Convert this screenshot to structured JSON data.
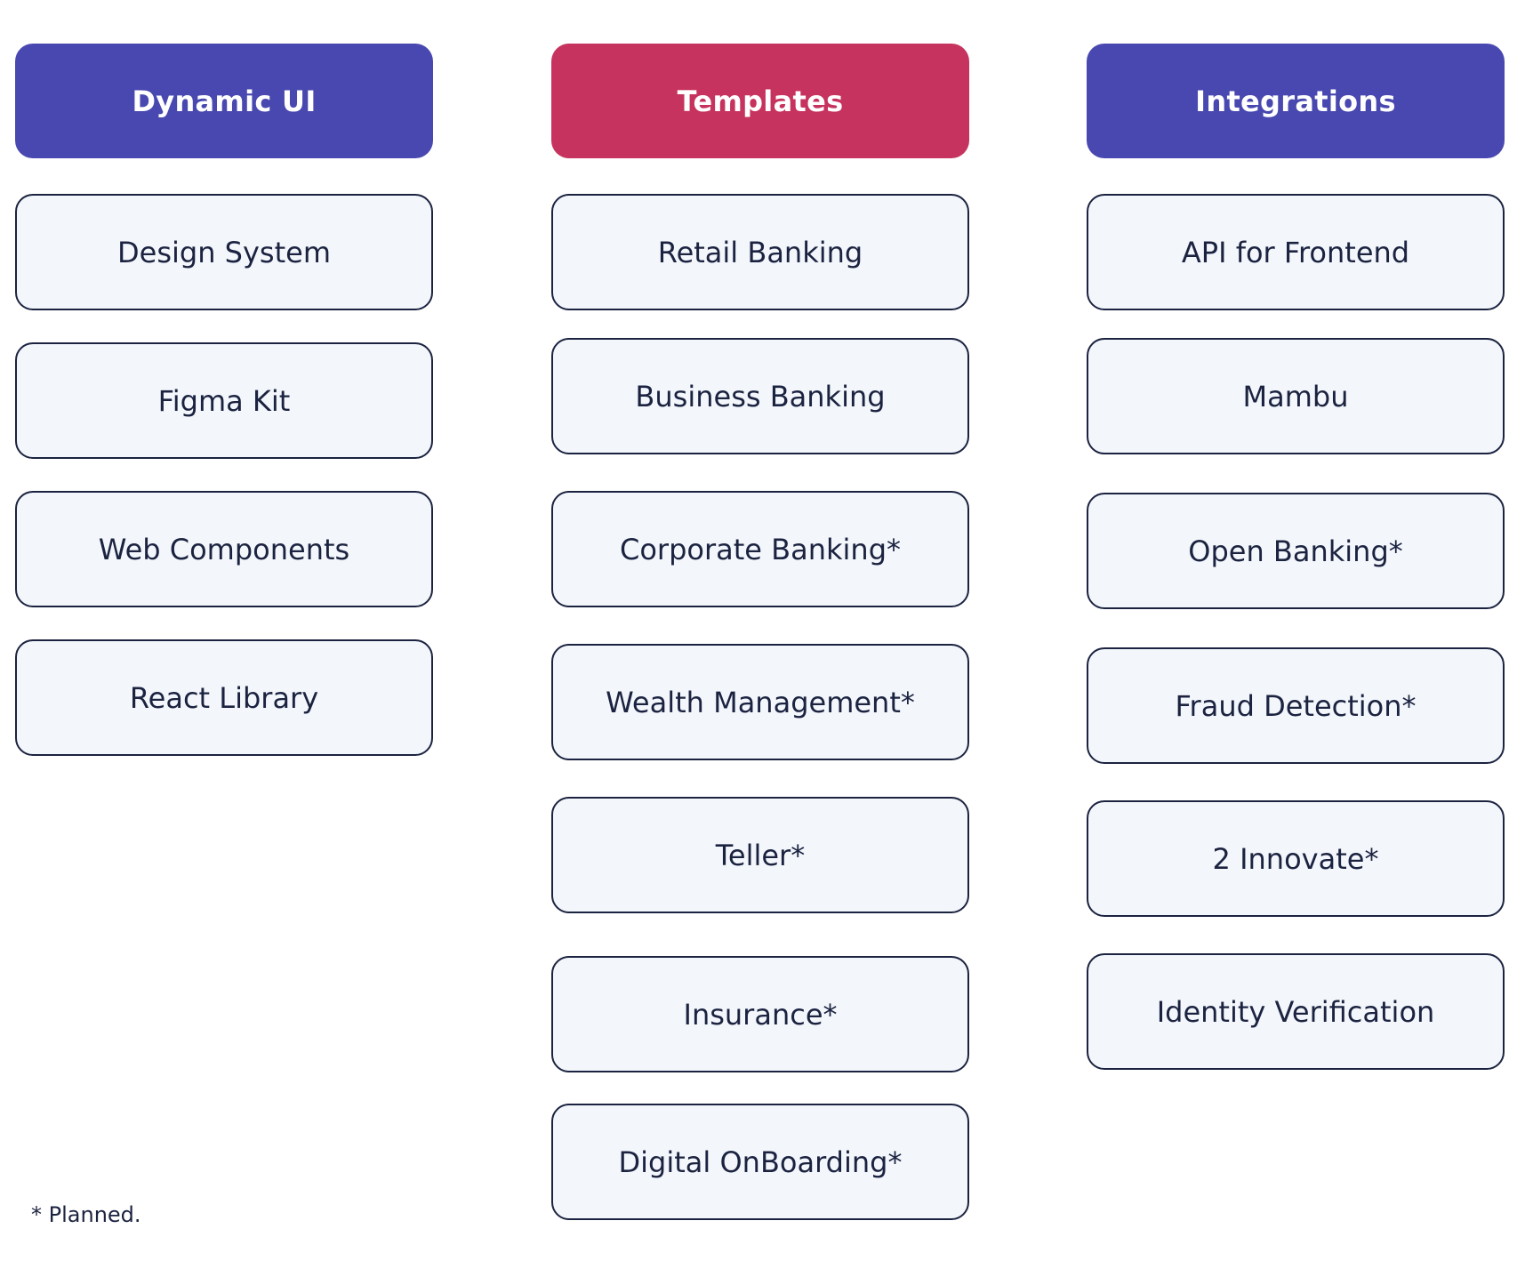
{
  "colors": {
    "dynamic_ui_header": "#4848b0",
    "templates_header": "#c6335e",
    "integrations_header": "#4848b0",
    "item_background": "#f3f7fc",
    "item_border": "#1c2340",
    "text": "#1c2340"
  },
  "columns": [
    {
      "title": "Dynamic UI",
      "items": [
        "Design System",
        "Figma Kit",
        "Web Components",
        "React Library"
      ]
    },
    {
      "title": "Templates",
      "items": [
        "Retail Banking",
        "Business Banking",
        "Corporate Banking*",
        "Wealth Management*",
        "Teller*",
        "Insurance*",
        "Digital OnBoarding*"
      ]
    },
    {
      "title": "Integrations",
      "items": [
        "API for Frontend",
        "Mambu",
        "Open Banking*",
        "Fraud Detection*",
        "2 Innovate*",
        "Identity Verification"
      ]
    }
  ],
  "footnote": "* Planned."
}
